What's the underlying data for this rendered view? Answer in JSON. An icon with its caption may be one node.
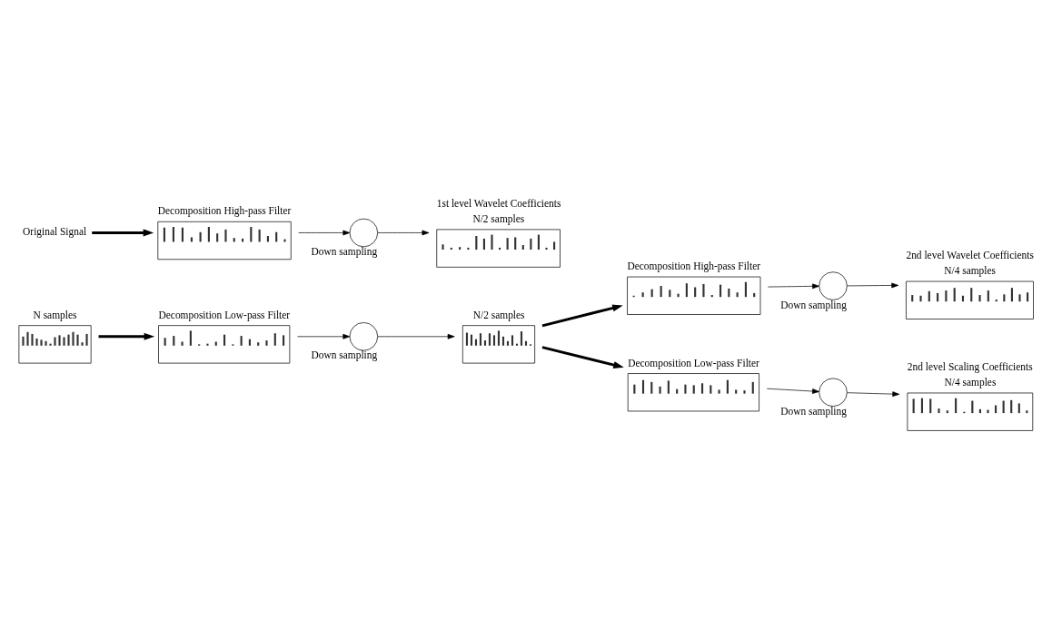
{
  "diagram": {
    "nodes": [
      {
        "text": [],
        "shape": "picture",
        "beside": [
          "N samples"
        ]
      },
      {
        "text": [
          "Original Signal"
        ]
      },
      {
        "text": [],
        "shape": "picture",
        "beside": [
          "Decomposition High-pass Filter"
        ]
      },
      {
        "text": [],
        "shape": "circle",
        "beside": [
          "Down sampling"
        ]
      },
      {
        "text": [],
        "shape": "picture",
        "beside": [
          "1st level Wavelet Coefficients",
          "N/2 samples"
        ]
      },
      {
        "text": [],
        "shape": "picture",
        "beside": [
          "Decomposition Low-pass Filter"
        ]
      },
      {
        "text": [],
        "shape": "circle",
        "beside": [
          "Down sampling"
        ]
      },
      {
        "text": [],
        "shape": "picture",
        "beside": [
          "N/2 samples"
        ]
      },
      {
        "text": [],
        "shape": "picture",
        "beside": [
          "Decomposition High-pass Filter"
        ]
      },
      {
        "text": [],
        "shape": "circle",
        "beside": [
          "Down sampling"
        ]
      },
      {
        "text": [],
        "shape": "picture",
        "beside": [
          "2nd level Wavelet Coefficients",
          "N/4 samples"
        ]
      },
      {
        "text": [],
        "shape": "picture",
        "beside": [
          "Decomposition Low-pass Filter"
        ]
      },
      {
        "text": [],
        "shape": "circle",
        "beside": [
          "Down sampling"
        ]
      },
      {
        "text": [],
        "shape": "picture",
        "beside": [
          "2nd level Scaling Coefficients",
          "N/4 samples"
        ]
      }
    ],
    "edges": [
      {
        "from": 1,
        "to": 2,
        "arrow": "to",
        "style": "thick"
      },
      {
        "from": 0,
        "to": 5,
        "arrow": "to",
        "style": "thick"
      },
      {
        "from": 2,
        "to": 3,
        "arrow": "to"
      },
      {
        "from": 3,
        "to": 4,
        "arrow": "to"
      },
      {
        "from": 5,
        "to": 6,
        "arrow": "to"
      },
      {
        "from": 6,
        "to": 7,
        "arrow": "to"
      },
      {
        "from": 7,
        "to": 8,
        "arrow": "to",
        "style": "thick"
      },
      {
        "from": 7,
        "to": 11,
        "arrow": "to",
        "style": "thick"
      },
      {
        "from": 8,
        "to": 9,
        "arrow": "to"
      },
      {
        "from": 9,
        "to": 10,
        "arrow": "to"
      },
      {
        "from": 11,
        "to": 12,
        "arrow": "to"
      },
      {
        "from": 12,
        "to": 13,
        "arrow": "to"
      }
    ]
  }
}
